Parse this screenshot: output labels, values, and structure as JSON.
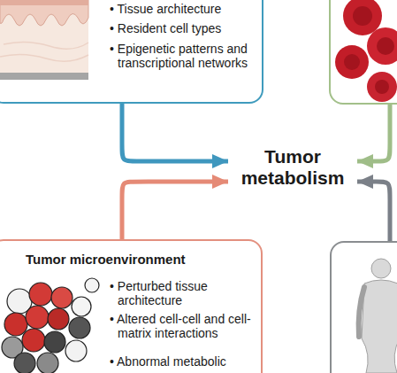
{
  "diagram": {
    "nodes": [
      {
        "text": [
          "• Tissue architecture",
          "• Resident cell types",
          "• Epigenetic patterns and transcriptional networks"
        ]
      },
      {
        "text": []
      },
      {
        "text": [
          "Tumor metabolism"
        ]
      },
      {
        "text": [
          "Tumor microenvironment",
          "• Perturbed tissue architecture",
          "• Altered cell-cell and cell-matrix interactions",
          "• Abnormal metabolic"
        ]
      },
      {
        "text": []
      }
    ],
    "edges": [
      {
        "from": 0,
        "to": 2,
        "arrow": "to"
      },
      {
        "from": 1,
        "to": 2,
        "arrow": "to"
      },
      {
        "from": 3,
        "to": 2,
        "arrow": "to"
      },
      {
        "from": 4,
        "to": 2,
        "arrow": "to"
      }
    ]
  }
}
